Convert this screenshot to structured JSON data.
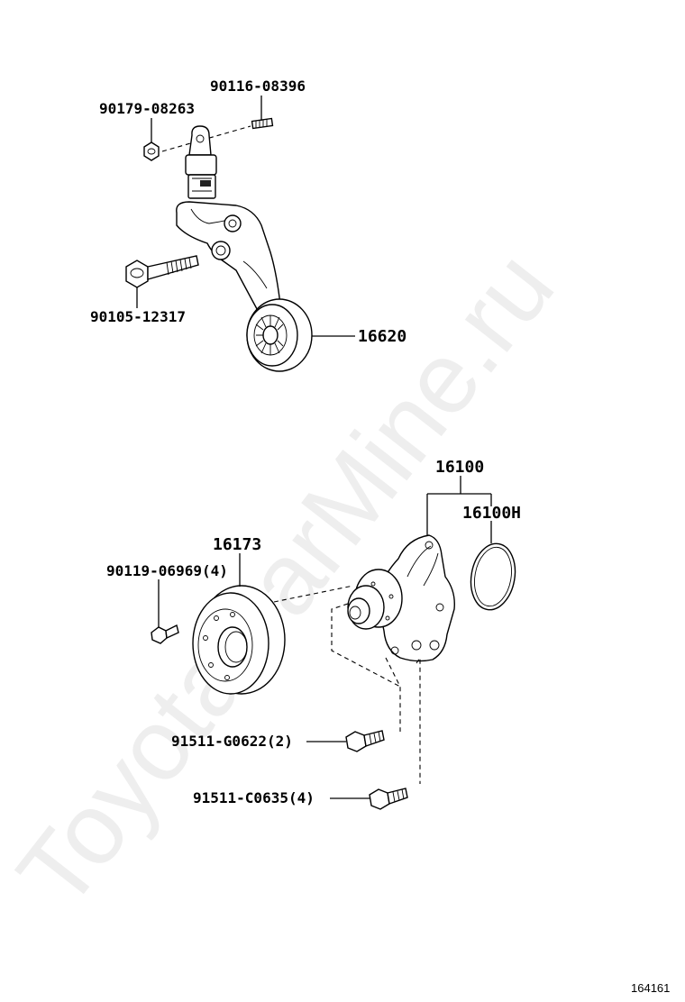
{
  "watermark": "ToyotaCarMine.ru",
  "figure_number": "164161",
  "part_labels": {
    "bolt_08396": "90116-08396",
    "nut_08263": "90179-08263",
    "bolt_12317": "90105-12317",
    "tensioner_16620": "16620",
    "pump_16100": "16100",
    "gasket_16100h": "16100H",
    "pulley_16173": "16173",
    "bolt_06969": "90119-06969(4)",
    "bolt_g0622": "91511-G0622(2)",
    "bolt_c0635": "91511-C0635(4)"
  }
}
